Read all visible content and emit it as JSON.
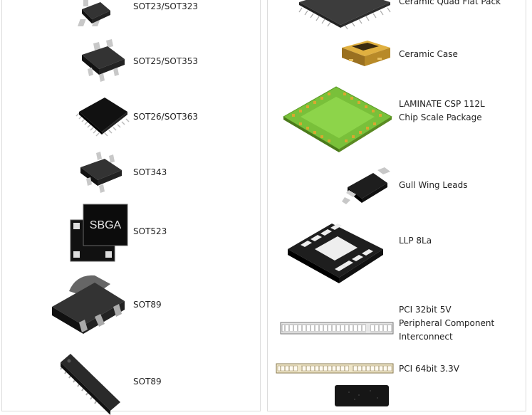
{
  "left_column": {
    "items": [
      {
        "label": "SOT23/SOT323",
        "icon": "sot23-package-icon"
      },
      {
        "label": "SOT25/SOT353",
        "icon": "sot25-package-icon"
      },
      {
        "label": "SOT26/SOT363",
        "icon": "sot26-package-icon"
      },
      {
        "label": "SOT343",
        "icon": "sot343-package-icon"
      },
      {
        "label": "SOT523",
        "icon": "sbga-package-icon",
        "icon_text": "SBGA"
      },
      {
        "label": "SOT89",
        "icon": "sot89-package-icon"
      },
      {
        "label": "SOT89",
        "icon": "dip-package-icon"
      }
    ]
  },
  "right_column": {
    "items": [
      {
        "label": "Ceramic Quad Flat Pack",
        "icon": "ceramic-qfp-icon"
      },
      {
        "label": "Ceramic Case",
        "icon": "ceramic-case-icon"
      },
      {
        "label_lines": [
          "LAMINATE CSP 112L",
          "Chip Scale Package"
        ],
        "icon": "laminate-csp-icon"
      },
      {
        "label": "Gull Wing Leads",
        "icon": "gull-wing-icon"
      },
      {
        "label": "LLP 8La",
        "icon": "llp-package-icon"
      },
      {
        "label_lines": [
          "PCI 32bit 5V",
          "Peripheral Component",
          "Interconnect"
        ],
        "icon": "pci-32bit-slot-icon"
      },
      {
        "label": "PCI 64bit 3.3V",
        "icon": "pci-64bit-slot-icon"
      },
      {
        "label": "",
        "icon": "chip-partial-icon"
      }
    ]
  },
  "colors": {
    "chip_body": "#1e1e1e",
    "lead": "#c8c8c8",
    "laminate_green": "#7cc23a",
    "gold": "#d8a830",
    "border": "#dcdcdc"
  }
}
